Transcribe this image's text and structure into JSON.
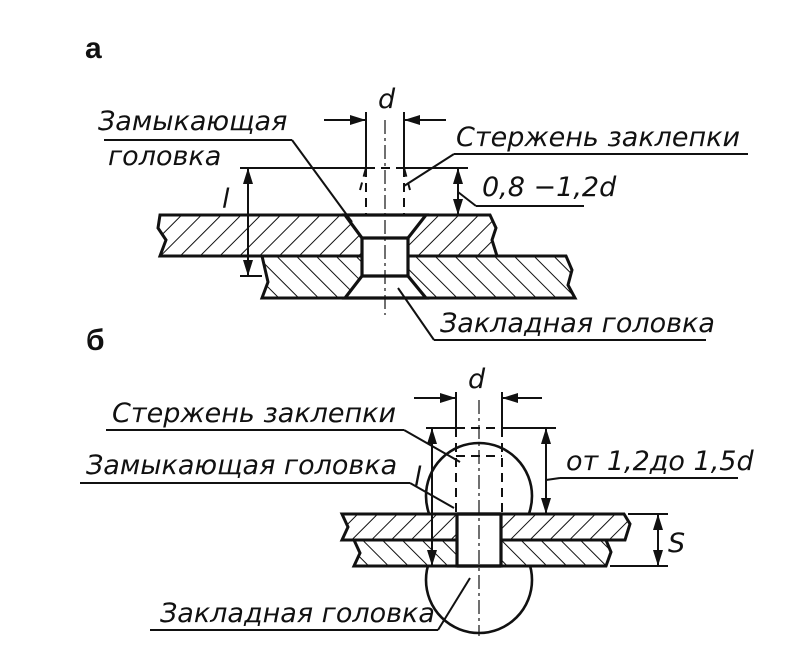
{
  "diagram_a": {
    "section_label": "а",
    "closing_head_line1": "Замыкающая",
    "closing_head_line2": "головка",
    "rivet_shank": "Стержень заклепки",
    "dim_d": "d",
    "dim_l": "l",
    "dim_protrusion": "0,8 −1,2d",
    "embedded_head": "Закладная головка"
  },
  "diagram_b": {
    "section_label": "б",
    "rivet_shank": "Стержень заклепки",
    "closing_head": "Замыкающая головка",
    "dim_d": "d",
    "dim_l": "l",
    "dim_protrusion": "от 1,2до 1,5d",
    "dim_s": "S",
    "embedded_head": "Закладная головка"
  },
  "colors": {
    "ink": "#111111",
    "background": "#ffffff"
  }
}
